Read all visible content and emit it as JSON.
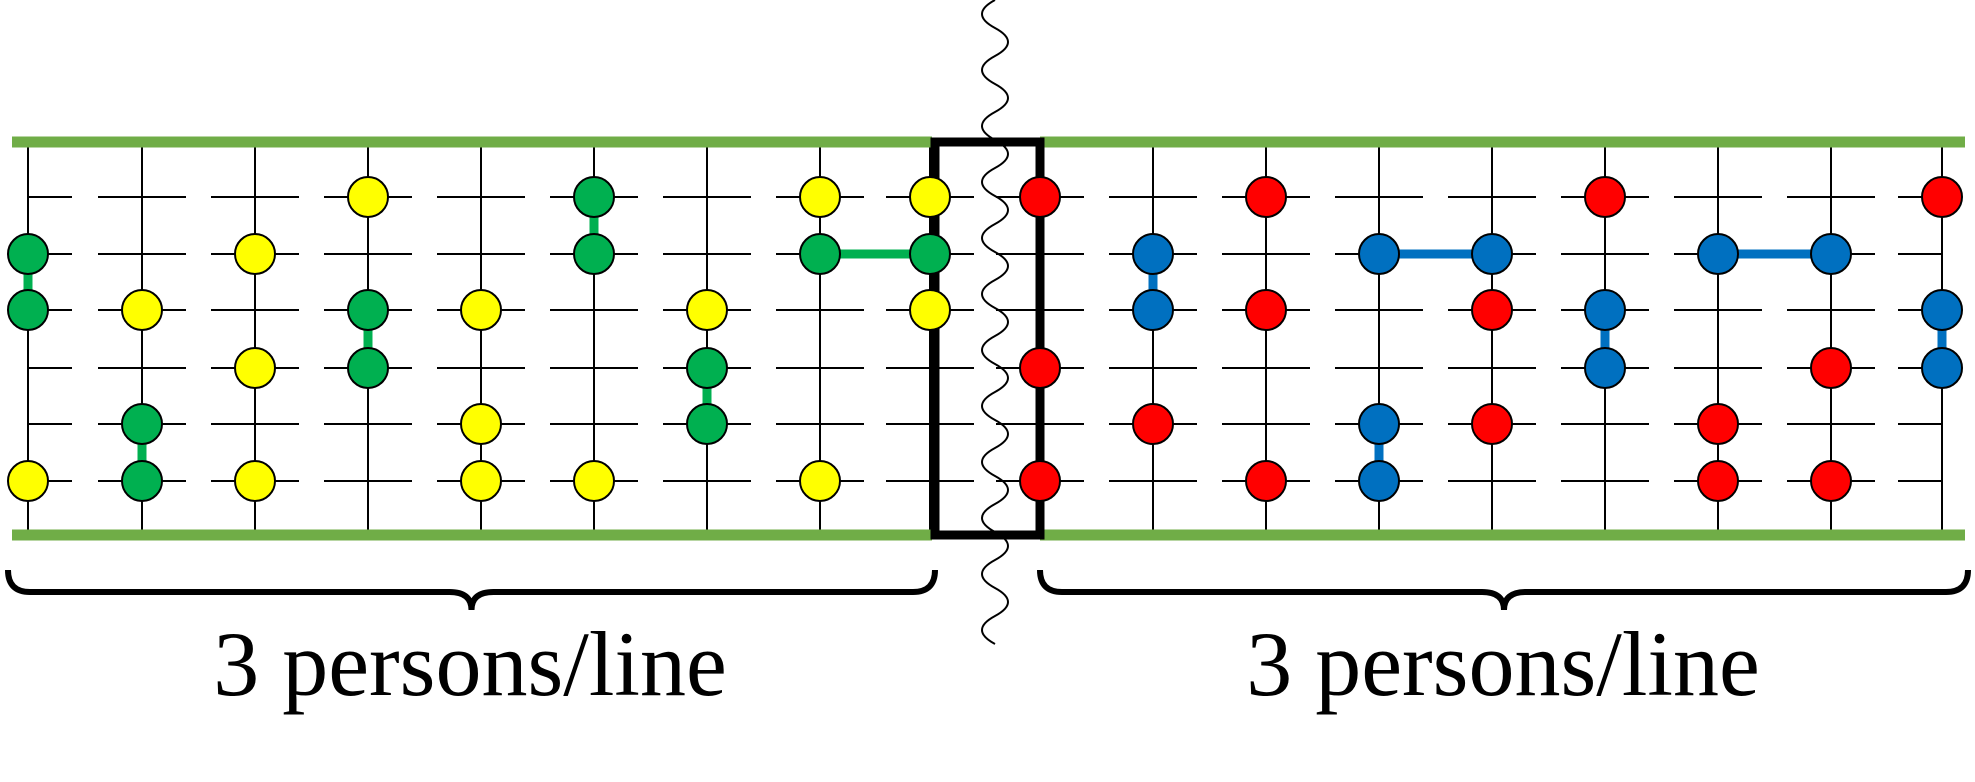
{
  "captions": {
    "left": "3 persons/line",
    "right": "3 persons/line"
  },
  "colors": {
    "rail": "#70ad47",
    "grid": "#000000",
    "yellow": "#ffff00",
    "green": "#00b050",
    "red": "#ff0000",
    "blue": "#0070c0",
    "frame": "#000000"
  },
  "grid": {
    "columns": 18,
    "rows": 6
  },
  "yellow_persons": [
    [
      3,
      0
    ],
    [
      7,
      0
    ],
    [
      8,
      0
    ],
    [
      2,
      1
    ],
    [
      1,
      2
    ],
    [
      4,
      2
    ],
    [
      6,
      2
    ],
    [
      8,
      2
    ],
    [
      2,
      3
    ],
    [
      4,
      4
    ],
    [
      0,
      5
    ],
    [
      2,
      5
    ],
    [
      4,
      5
    ],
    [
      5,
      5
    ],
    [
      7,
      5
    ]
  ],
  "green_pairs": [
    [
      [
        0,
        1
      ],
      [
        0,
        2
      ]
    ],
    [
      [
        5,
        0
      ],
      [
        5,
        1
      ]
    ],
    [
      [
        3,
        2
      ],
      [
        3,
        3
      ]
    ],
    [
      [
        6,
        3
      ],
      [
        6,
        4
      ]
    ],
    [
      [
        1,
        4
      ],
      [
        1,
        5
      ]
    ],
    [
      [
        7,
        1
      ],
      [
        8,
        1
      ]
    ]
  ],
  "red_persons": [
    [
      9,
      0
    ],
    [
      11,
      0
    ],
    [
      14,
      0
    ],
    [
      17,
      0
    ],
    [
      11,
      2
    ],
    [
      13,
      2
    ],
    [
      9,
      3
    ],
    [
      16,
      3
    ],
    [
      10,
      4
    ],
    [
      13,
      4
    ],
    [
      15,
      4
    ],
    [
      9,
      5
    ],
    [
      11,
      5
    ],
    [
      15,
      5
    ],
    [
      16,
      5
    ]
  ],
  "blue_pairs": [
    [
      [
        10,
        1
      ],
      [
        10,
        2
      ]
    ],
    [
      [
        12,
        1
      ],
      [
        13,
        1
      ]
    ],
    [
      [
        15,
        1
      ],
      [
        16,
        1
      ]
    ],
    [
      [
        14,
        2
      ],
      [
        14,
        3
      ]
    ],
    [
      [
        17,
        2
      ],
      [
        17,
        3
      ]
    ],
    [
      [
        12,
        4
      ],
      [
        12,
        5
      ]
    ]
  ]
}
